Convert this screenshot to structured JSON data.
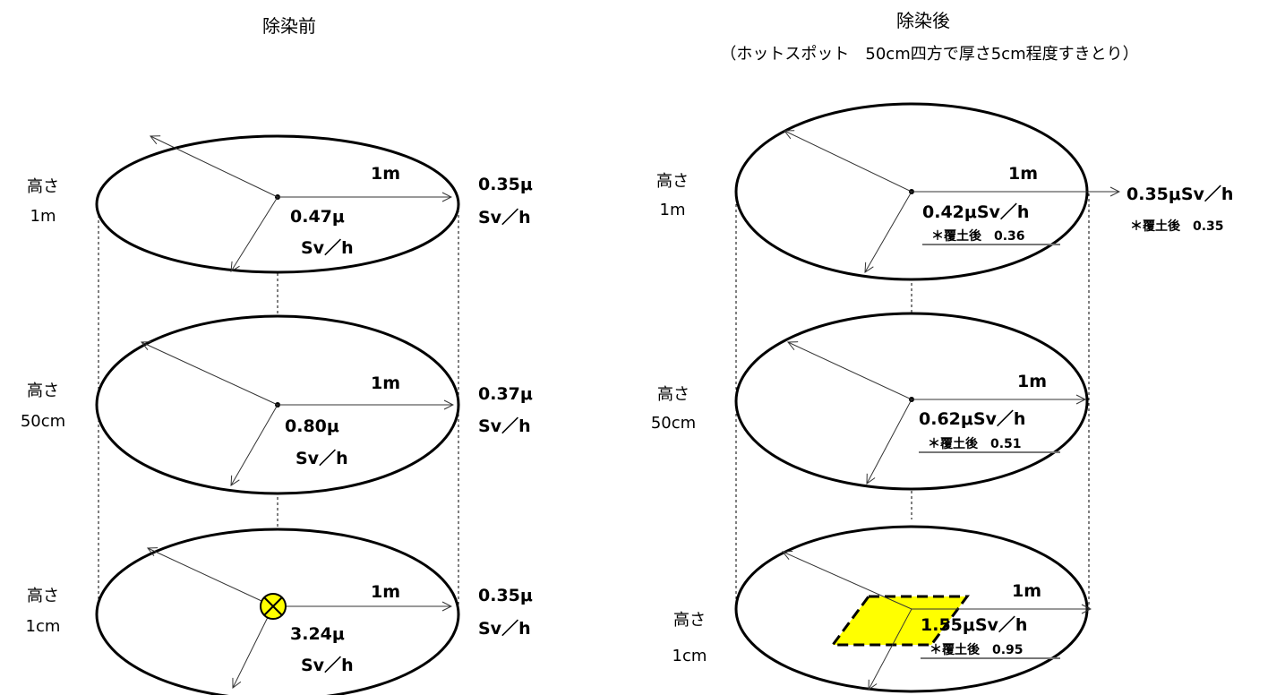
{
  "before": {
    "title": "除染前",
    "levels": [
      {
        "height_label": "高さ",
        "height_value": "1m",
        "radius_label": "1m",
        "center_line1": "0.47μ",
        "center_line2": "Sv／h",
        "edge_line1": "0.35μ",
        "edge_line2": "Sv／h"
      },
      {
        "height_label": "高さ",
        "height_value": "50cm",
        "radius_label": "1m",
        "center_line1": "0.80μ",
        "center_line2": "Sv／h",
        "edge_line1": "0.37μ",
        "edge_line2": "Sv／h"
      },
      {
        "height_label": "高さ",
        "height_value": "1cm",
        "radius_label": "1m",
        "center_line1": "3.24μ",
        "center_line2": "Sv／h",
        "edge_line1": "0.35μ",
        "edge_line2": "Sv／h"
      }
    ]
  },
  "after": {
    "title": "除染後",
    "subtitle": "（ホットスポット　50cm四方で厚さ5cm程度すきとり）",
    "levels": [
      {
        "height_label": "高さ",
        "height_value": "1m",
        "radius_label": "1m",
        "center_value": "0.42μSv／h",
        "cover_note": "＊覆土後　0.36",
        "edge_value": "0.35μSv／h",
        "edge_cover": "＊覆土後　0.35"
      },
      {
        "height_label": "高さ",
        "height_value": "50cm",
        "radius_label": "1m",
        "center_value": "0.62μSv／h",
        "cover_note": "＊覆土後　0.51"
      },
      {
        "height_label": "高さ",
        "height_value": "1cm",
        "radius_label": "1m",
        "center_value": "1.55μSv／h",
        "cover_note": "＊覆土後　0.95"
      }
    ]
  },
  "colors": {
    "hotspot": "#FFFF00",
    "outline": "#000000"
  }
}
